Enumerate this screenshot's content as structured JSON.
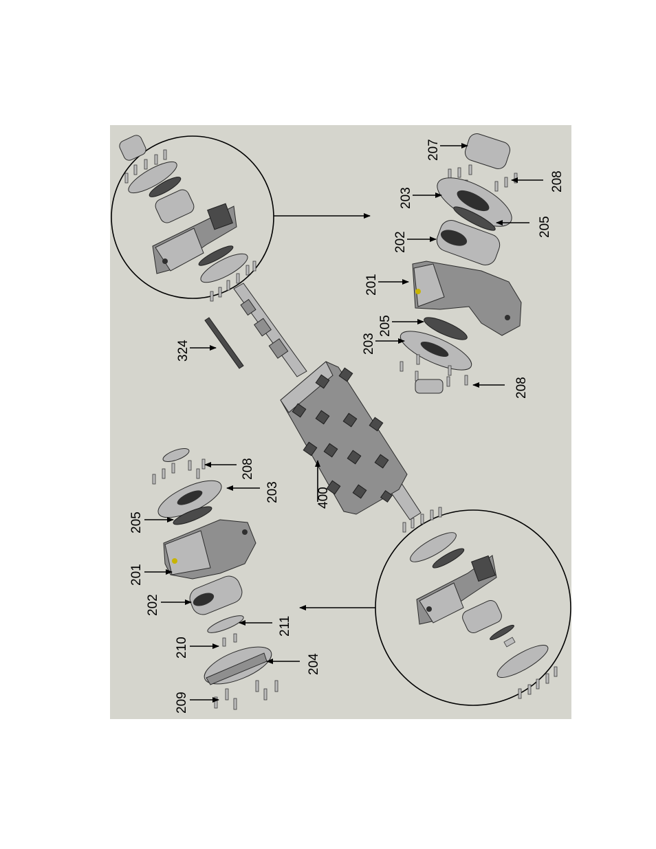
{
  "colors": {
    "panel_background": "#d5d5cd",
    "page_background": "#ffffff",
    "metal": "#8f8f8f",
    "metal_light": "#b9b9b9",
    "metal_dark": "#4a4a4a",
    "accent_dot": "#c8b400"
  },
  "labels": {
    "upper_right": {
      "l207": "207",
      "l208a": "208",
      "l203a": "203",
      "l205a": "205",
      "l202": "202",
      "l201": "201",
      "l205b": "205",
      "l203b": "203",
      "l208b": "208"
    },
    "middle": {
      "l324": "324",
      "l400": "400"
    },
    "lower_left": {
      "l208": "208",
      "l203": "203",
      "l205": "205",
      "l201": "201",
      "l202": "202",
      "l211": "211",
      "l210": "210",
      "l204": "204",
      "l209": "209"
    }
  }
}
